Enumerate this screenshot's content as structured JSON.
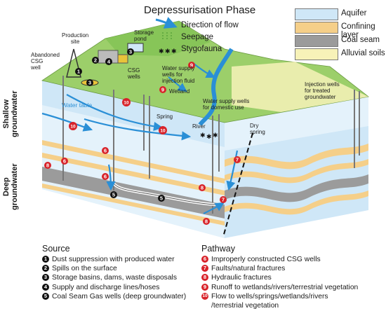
{
  "title": "Depressurisation Phase",
  "legend": {
    "layers": [
      {
        "label": "Aquifer",
        "color": "#cfe7f7"
      },
      {
        "label": "Confining layer",
        "color": "#f5cf89"
      },
      {
        "label": "Coal seam",
        "color": "#9b9b9b"
      },
      {
        "label": "Alluvial soils",
        "color": "#f7f2b8"
      }
    ],
    "direction_of_flow": "Direction of flow",
    "seepage": "Seepage",
    "stygofauna": "Stygofauna"
  },
  "side_labels": {
    "shallow": "Shallow\ngroundwater",
    "deep": "Deep\ngroundwater"
  },
  "diagram_labels": {
    "production_site": "Production\nsite",
    "abandoned_well": "Abandoned\nCSG\nwell",
    "storage_pond": "Storage\npond",
    "csg_wells": "CSG\nwells",
    "water_supply_injection": "Water supply\nwells for\ninjection fluid",
    "wetland": "Wetland",
    "spring": "Spring",
    "river": "River",
    "water_table": "Water table",
    "water_supply_domestic": "Water supply wells\nfor domestic use",
    "dry_spring": "Dry\nspring",
    "injection_wells": "Injection wells\nfor treated\ngroundwater"
  },
  "source": {
    "heading": "Source",
    "items": [
      {
        "num": "1",
        "text": "Dust suppression with produced water"
      },
      {
        "num": "2",
        "text": "Spills on the surface"
      },
      {
        "num": "3",
        "text": "Storage basins, dams, waste disposals"
      },
      {
        "num": "4",
        "text": "Supply and discharge lines/hoses"
      },
      {
        "num": "5",
        "text": "Coal Seam Gas wells (deep groundwater)"
      }
    ]
  },
  "pathway": {
    "heading": "Pathway",
    "items": [
      {
        "num": "6",
        "text": "Improperly constructed CSG wells"
      },
      {
        "num": "7",
        "text": "Faults/natural fractures"
      },
      {
        "num": "8",
        "text": "Hydraulic fractures"
      },
      {
        "num": "9",
        "text": "Runoff to wetlands/rivers/terrestrial vegetation"
      },
      {
        "num": "10",
        "text": "Flow to wells/springs/wetlands/rivers",
        "continuation": "/terrestrial vegetation"
      }
    ]
  },
  "colors": {
    "aquifer": "#cfe7f7",
    "confining": "#f5cf89",
    "coal": "#9b9b9b",
    "alluvial": "#f7f2b8",
    "green_surface": "#9ccf6a",
    "flow_arrow": "#2a8fd6",
    "marker_red": "#d8232a",
    "marker_black": "#111111"
  }
}
